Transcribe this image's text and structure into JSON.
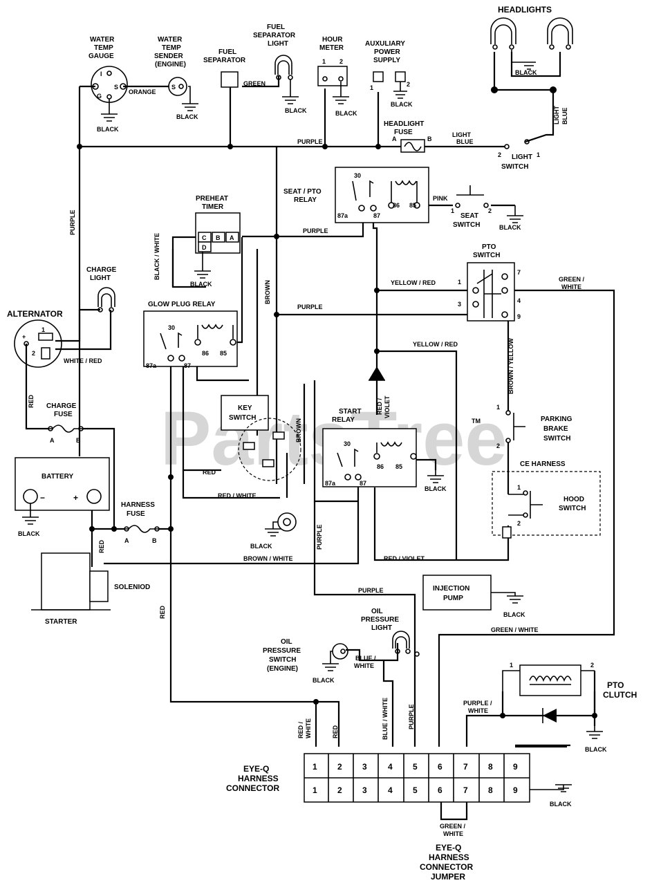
{
  "watermark": "PartsTree",
  "trademark": "TM",
  "components": {
    "water_temp_gauge": [
      "WATER",
      "TEMP",
      "GAUGE"
    ],
    "water_temp_sender": [
      "WATER",
      "TEMP",
      "SENDER",
      "(ENGINE)"
    ],
    "fuel_separator": [
      "FUEL",
      "SEPARATOR"
    ],
    "fuel_separator_light": [
      "FUEL",
      "SEPARATOR",
      "LIGHT"
    ],
    "hour_meter": [
      "HOUR",
      "METER"
    ],
    "aux_power": [
      "AUXULIARY",
      "POWER",
      "SUPPLY"
    ],
    "headlights": "HEADLIGHTS",
    "headlight_fuse": [
      "HEADLIGHT",
      "FUSE"
    ],
    "light_switch": [
      "LIGHT",
      "SWITCH"
    ],
    "seat_pto_relay": [
      "SEAT / PTO",
      "RELAY"
    ],
    "seat_switch": [
      "SEAT",
      "SWITCH"
    ],
    "preheat_timer": [
      "PREHEAT",
      "TIMER"
    ],
    "charge_light": [
      "CHARGE",
      "LIGHT"
    ],
    "alternator": "ALTERNATOR",
    "glow_plug_relay": "GLOW PLUG RELAY",
    "pto_switch": [
      "PTO",
      "SWITCH"
    ],
    "key_switch": [
      "KEY",
      "SWITCH"
    ],
    "start_relay": [
      "START",
      "RELAY"
    ],
    "parking_brake": [
      "PARKING",
      "BRAKE",
      "SWITCH"
    ],
    "ce_harness": "CE HARNESS",
    "hood_switch": [
      "HOOD",
      "SWITCH"
    ],
    "charge_fuse": [
      "CHARGE",
      "FUSE"
    ],
    "battery": "BATTERY",
    "harness_fuse": [
      "HARNESS",
      "FUSE"
    ],
    "solenoid": "SOLENIOD",
    "starter": "STARTER",
    "injection_pump": [
      "INJECTION",
      "PUMP"
    ],
    "oil_pressure_light": [
      "OIL",
      "PRESSURE",
      "LIGHT"
    ],
    "oil_pressure_switch": [
      "OIL",
      "PRESSURE",
      "SWITCH",
      "(ENGINE)"
    ],
    "pto_clutch": [
      "PTO",
      "CLUTCH"
    ],
    "eyeq_connector": [
      "EYE-Q",
      "HARNESS",
      "CONNECTOR"
    ],
    "eyeq_jumper": [
      "EYE-Q",
      "HARNESS",
      "CONNECTOR",
      "JUMPER"
    ]
  },
  "wires": {
    "purple": "PURPLE",
    "black": "BLACK",
    "orange": "ORANGE",
    "green": "GREEN",
    "light_blue": "LIGHT BLUE",
    "light_blue_split": [
      "LIGHT",
      "BLUE"
    ],
    "pink": "PINK",
    "black_white": "BLACK / WHITE",
    "brown": "BROWN",
    "yellow_red": "YELLOW / RED",
    "green_white": "GREEN / WHITE",
    "green_white_split": [
      "GREEN /",
      "WHITE"
    ],
    "white_red": "WHITE / RED",
    "red": "RED",
    "red_white": "RED / WHITE",
    "red_violet": "RED / VIOLET",
    "red_violet_split": [
      "RED /",
      "VIOLET"
    ],
    "brown_yellow": "BROWN / YELLOW",
    "brown_white": "BROWN / WHITE",
    "blue_white": "BLUE / WHITE",
    "blue_white_split": [
      "BLUE /",
      "WHITE"
    ],
    "purple_white": [
      "PURPLE /",
      "WHITE"
    ],
    "red_white_split": [
      "RED /",
      "WHITE"
    ]
  },
  "terminals": {
    "gauge": [
      "I",
      "S",
      "G"
    ],
    "sender": "S",
    "hour": [
      "1",
      "2"
    ],
    "aux": [
      "1",
      "2"
    ],
    "fuse_ab": [
      "A",
      "B"
    ],
    "light_sw": [
      "2",
      "1"
    ],
    "relay": [
      "30",
      "87a",
      "87",
      "86",
      "85"
    ],
    "timer": [
      "C",
      "B",
      "A",
      "D"
    ],
    "pto": [
      "1",
      "3",
      "7",
      "4",
      "9"
    ],
    "sw12": [
      "1",
      "2"
    ],
    "alt": [
      "+",
      "1",
      "2"
    ],
    "batt": [
      "−",
      "+"
    ],
    "clutch": [
      "1",
      "2"
    ],
    "connector": [
      "1",
      "2",
      "3",
      "4",
      "5",
      "6",
      "7",
      "8",
      "9"
    ]
  }
}
